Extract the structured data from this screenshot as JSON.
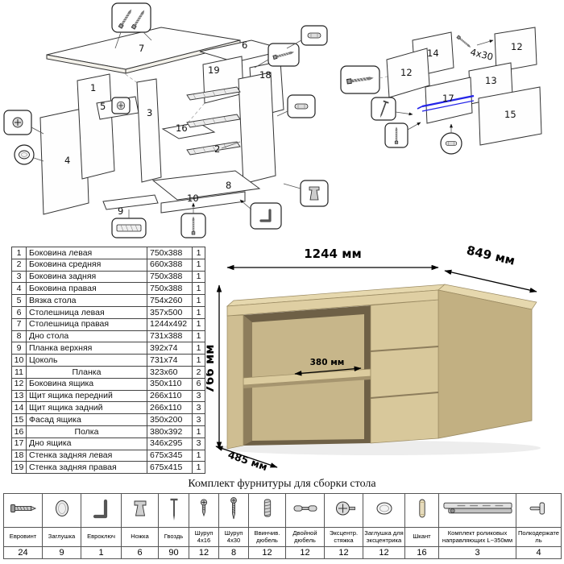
{
  "parts_table": {
    "rows": [
      {
        "n": "1",
        "name": "Боковина левая",
        "size": "750x388",
        "qty": "1"
      },
      {
        "n": "2",
        "name": "Боковина средняя",
        "size": "660x388",
        "qty": "1"
      },
      {
        "n": "3",
        "name": "Боковина задняя",
        "size": "750x388",
        "qty": "1"
      },
      {
        "n": "4",
        "name": "Боковина правая",
        "size": "750x388",
        "qty": "1"
      },
      {
        "n": "5",
        "name": "Вязка стола",
        "size": "754x260",
        "qty": "1"
      },
      {
        "n": "6",
        "name": "Столешница левая",
        "size": "357x500",
        "qty": "1"
      },
      {
        "n": "7",
        "name": "Столешница правая",
        "size": "1244x492",
        "qty": "1"
      },
      {
        "n": "8",
        "name": "Дно стола",
        "size": "731x388",
        "qty": "1"
      },
      {
        "n": "9",
        "name": "Планка верхняя",
        "size": "392x74",
        "qty": "1"
      },
      {
        "n": "10",
        "name": "Цоколь",
        "size": "731x74",
        "qty": "1"
      },
      {
        "n": "11",
        "name": "Планка",
        "size": "323x60",
        "qty": "2"
      },
      {
        "n": "12",
        "name": "Боковина ящика",
        "size": "350x110",
        "qty": "6"
      },
      {
        "n": "13",
        "name": "Щит ящика передний",
        "size": "266x110",
        "qty": "3"
      },
      {
        "n": "14",
        "name": "Щит ящика задний",
        "size": "266x110",
        "qty": "3"
      },
      {
        "n": "15",
        "name": "Фасад ящика",
        "size": "350x200",
        "qty": "3"
      },
      {
        "n": "16",
        "name": "Полка",
        "size": "380x392",
        "qty": "1"
      },
      {
        "n": "17",
        "name": "Дно ящика",
        "size": "346x295",
        "qty": "3"
      },
      {
        "n": "18",
        "name": "Стенка задняя левая",
        "size": "675x345",
        "qty": "1"
      },
      {
        "n": "19",
        "name": "Стенка задняя правая",
        "size": "675x415",
        "qty": "1"
      }
    ]
  },
  "desk": {
    "dim_width": "1244 мм",
    "dim_depth": "849 мм",
    "dim_height": "766 мм",
    "dim_front": "485 мм",
    "dim_shelf": "380 мм"
  },
  "diagram_left": {
    "labels": {
      "p1": "1",
      "p2": "2",
      "p3": "3",
      "p4": "4",
      "p5": "5",
      "p6": "6",
      "p7": "7",
      "p8": "8",
      "p9": "9",
      "p10": "10",
      "p16": "16",
      "p18": "18",
      "p19": "19"
    }
  },
  "diagram_right": {
    "labels": {
      "p12a": "12",
      "p12b": "12",
      "p13": "13",
      "p14": "14",
      "p15": "15",
      "p17": "17",
      "screw_size": "4x30"
    }
  },
  "hardware": {
    "title": "Комплект фурнитуры для сборки стола",
    "items": [
      {
        "name": "Евровинт",
        "qty": "24"
      },
      {
        "name": "Заглушка",
        "qty": "9"
      },
      {
        "name": "Евроключ",
        "qty": "1"
      },
      {
        "name": "Ножка",
        "qty": "6"
      },
      {
        "name": "Гвоздь",
        "qty": "90"
      },
      {
        "name": "Шуруп 4x16",
        "qty": "12"
      },
      {
        "name": "Шуруп 4x30",
        "qty": "8"
      },
      {
        "name": "Ввинчив. дюбель",
        "qty": "12"
      },
      {
        "name": "Двойной дюбель",
        "qty": "12"
      },
      {
        "name": "Эксцентр. стяжка",
        "qty": "12"
      },
      {
        "name": "Заглушка для эксцентрика",
        "qty": "12"
      },
      {
        "name": "Шкант",
        "qty": "16"
      },
      {
        "name": "Комплект роликовых направляющих L~350мм",
        "qty": "3"
      },
      {
        "name": "Полкодержатель",
        "qty": "4"
      }
    ]
  }
}
